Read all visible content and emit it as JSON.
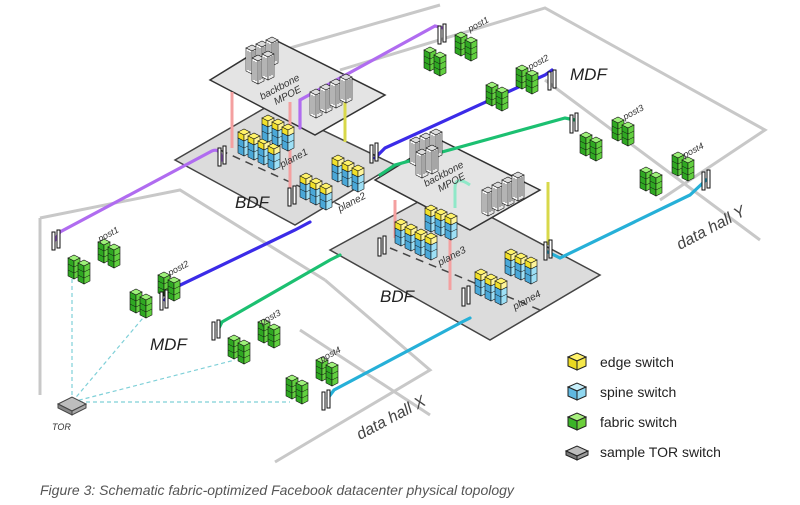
{
  "labels": {
    "backbone_mpoe": "backbone\nMPOE",
    "bdf": "BDF",
    "mdf": "MDF",
    "tor": "TOR",
    "data_hall_x": "data hall X",
    "data_hall_y": "data hall Y",
    "plane1": "plane1",
    "plane2": "plane2",
    "plane3": "plane3",
    "plane4": "plane4",
    "post1": "post1",
    "post2": "post2",
    "post3": "post3",
    "post4": "post4"
  },
  "legend": [
    {
      "label": "edge switch",
      "color": "#f5e84a"
    },
    {
      "label": "spine switch",
      "color": "#8fd7f0"
    },
    {
      "label": "fabric switch",
      "color": "#6ccf3c"
    },
    {
      "label": "sample TOR switch",
      "color": "#9a9a9a"
    }
  ],
  "colors": {
    "purple": "#b06cf0",
    "blue": "#3b2be8",
    "green": "#1cc071",
    "cyan": "#26b0d8",
    "pink": "#f4a0a0",
    "olive": "#d8d84a",
    "mint": "#8fe8c8",
    "tor_link": "#7fd0d8"
  },
  "caption": "Figure 3: Schematic fabric-optimized Facebook datacenter physical topology"
}
